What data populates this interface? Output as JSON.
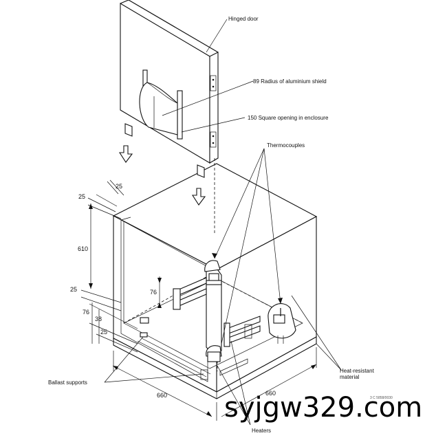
{
  "labels": {
    "hinged_door": "Hinged door",
    "radius_shield": "89  Radius of aluminium shield",
    "square_opening": "150  Square opening in enclosure",
    "thermocouples": "Thermocouples",
    "heat_resistant_line1": "Heat-resistant",
    "heat_resistant_line2": "material",
    "ballast_supports": "Ballast supports",
    "heaters": "Heaters"
  },
  "dimensions": {
    "d25_top_left": "25",
    "d25_top_right": "25",
    "d610": "610",
    "d25_mid": "25",
    "d76_inner": "76",
    "d76_outer": "76",
    "d38": "38",
    "d25_low": "25",
    "d660_left": "660",
    "d660_right": "660"
  },
  "watermark": {
    "text": "syjgw329.com",
    "small": "3  C  5858/0030"
  }
}
